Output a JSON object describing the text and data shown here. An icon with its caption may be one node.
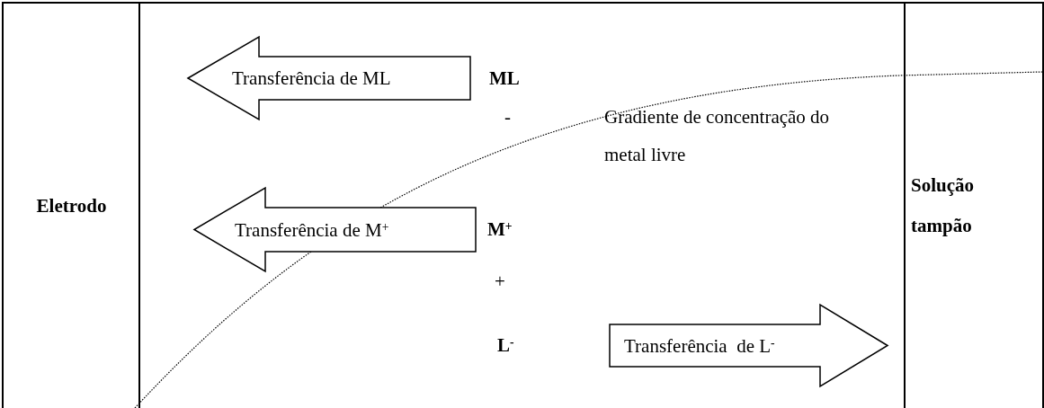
{
  "diagram": {
    "nodes": [
      {
        "text": [
          "Eletrodo"
        ]
      },
      {
        "text": [],
        "shape": "box"
      },
      {
        "text": [
          "Solução tampão"
        ]
      },
      {
        "text": [
          "Transferência de ML"
        ],
        "in": 1
      },
      {
        "text": [
          "Transferência de M$^{+}$"
        ],
        "in": 1
      },
      {
        "text": [
          "Transferência  de L$^{-}$"
        ],
        "in": 1
      }
    ],
    "labels": [
      "ML",
      "-",
      "Gradiente de concentração do metal livre",
      "M$^{+}$",
      "+",
      "L$^{-}$"
    ]
  }
}
